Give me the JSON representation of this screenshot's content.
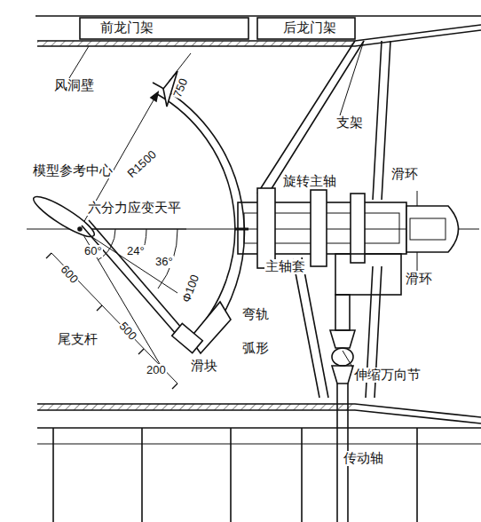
{
  "diagram": {
    "labels": [
      "前龙门架",
      "后龙门架",
      "风洞壁",
      "支架",
      "旋转主轴",
      "滑环",
      "R1500",
      "750",
      "模型参考中心",
      "六分力应变天平",
      "60°",
      "24°",
      "36°",
      "主轴套",
      "滑环",
      "600",
      "尾支杆",
      "500",
      "200",
      "Φ100",
      "弯轨",
      "弧形",
      "滑块",
      "伸缩万向节",
      "传动轴"
    ]
  }
}
